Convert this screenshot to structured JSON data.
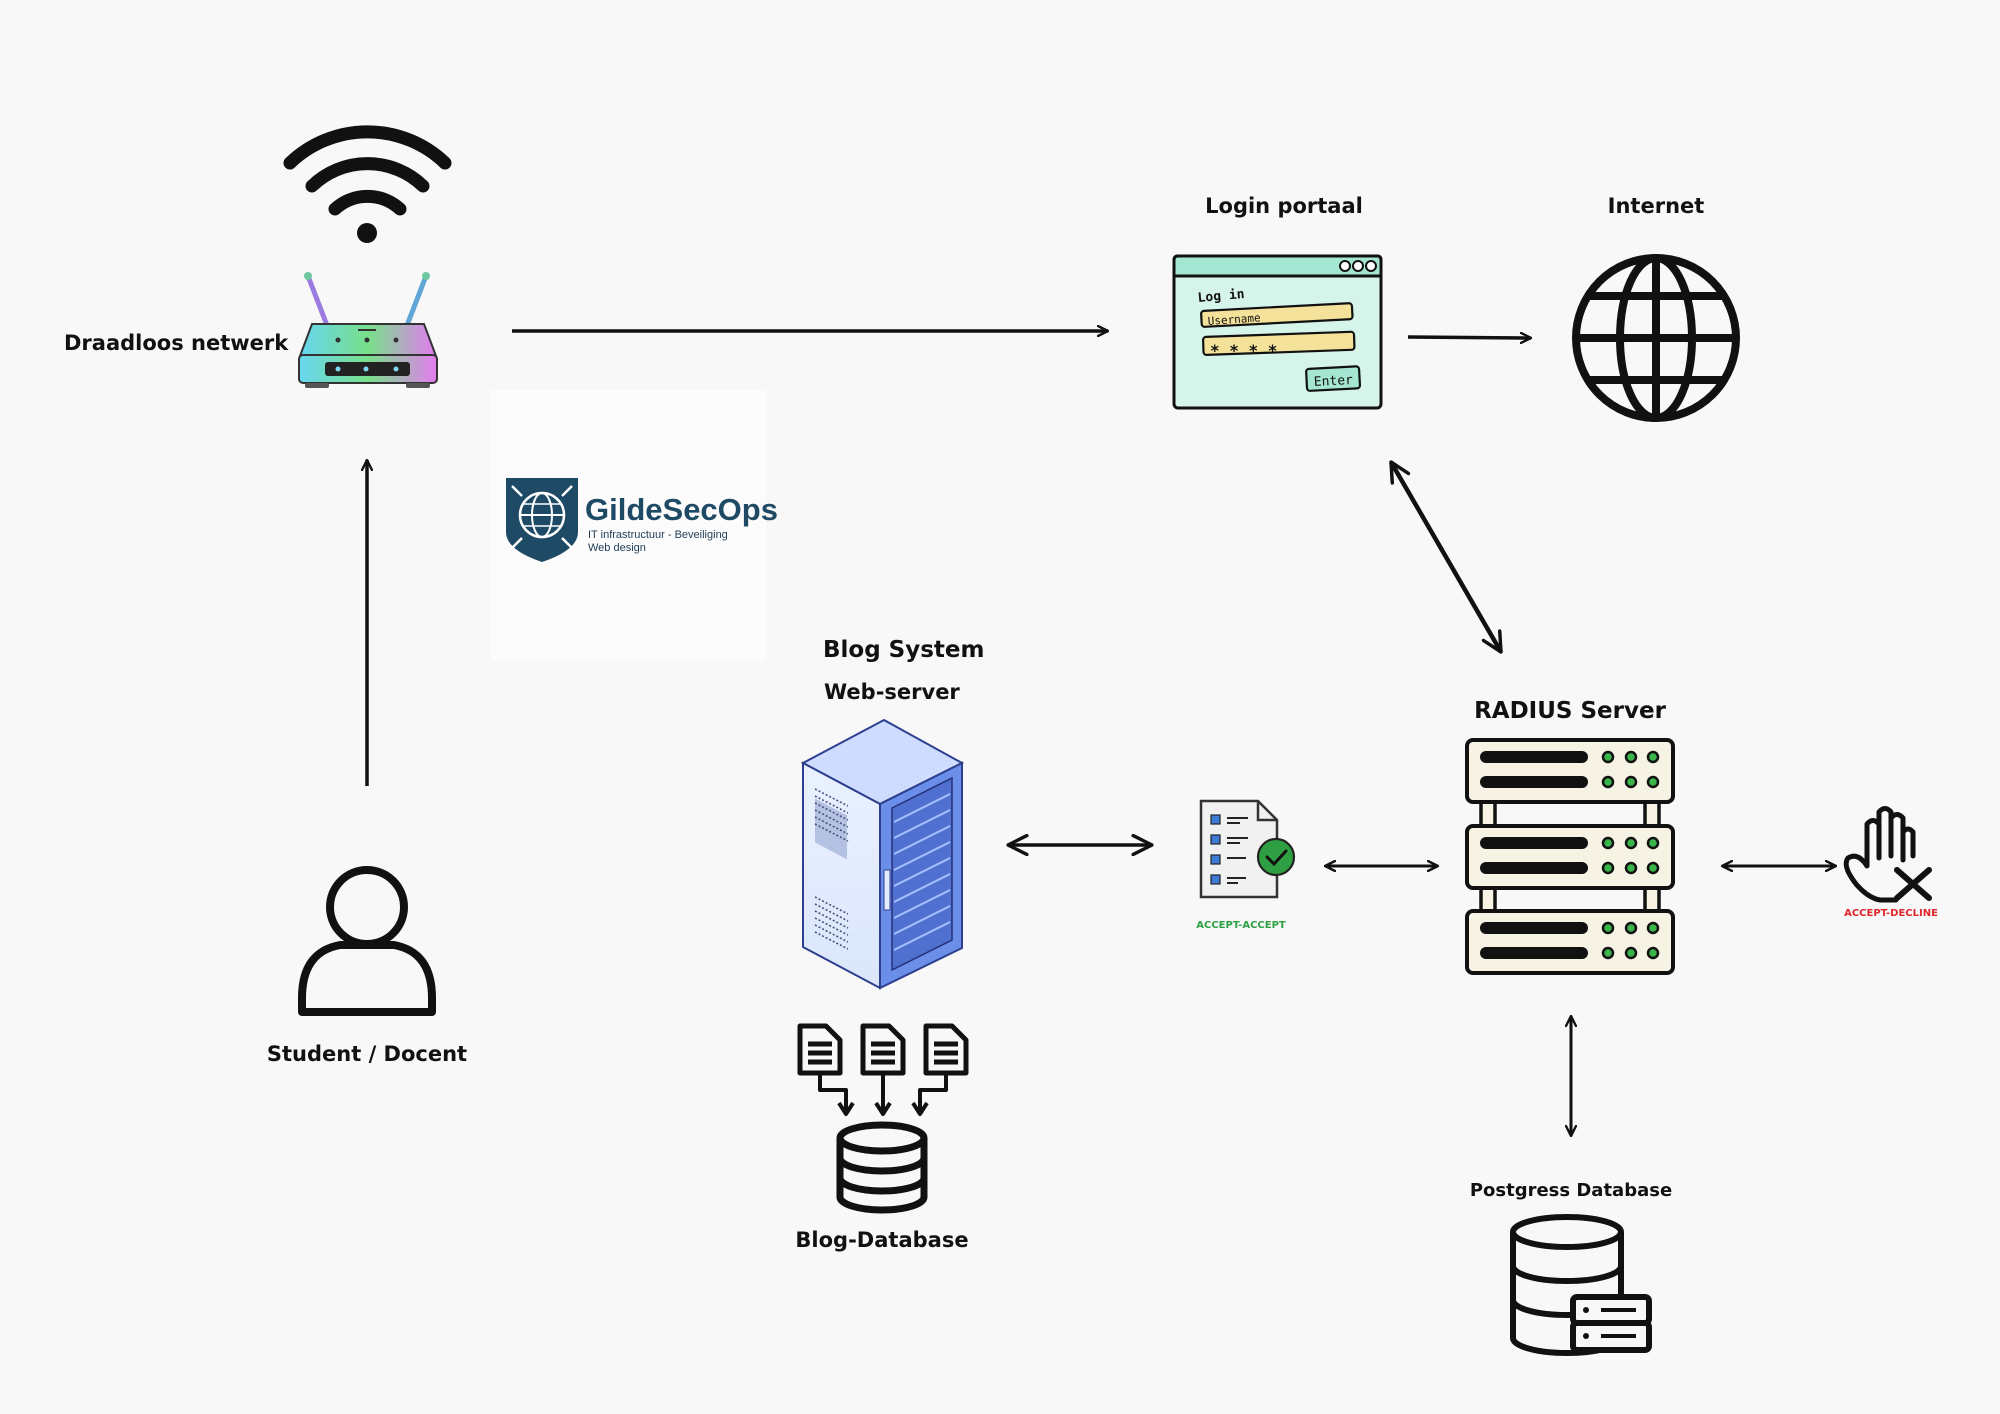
{
  "nodes": {
    "wifi": {
      "label": "Draadloos netwerk"
    },
    "user": {
      "label": "Student / Docent"
    },
    "login_portal": {
      "label": "Login portaal",
      "form_title": "Log in",
      "username_placeholder": "Username",
      "password_mask": "* * * *",
      "enter_button": "Enter"
    },
    "internet": {
      "label": "Internet"
    },
    "blog_system": {
      "title": "Blog System",
      "subtitle": "Web-server"
    },
    "blog_database": {
      "label": "Blog-Database"
    },
    "radius_server": {
      "label": "RADIUS Server"
    },
    "postgres": {
      "label": "Postgress Database"
    },
    "accept": {
      "label": "ACCEPT-ACCEPT"
    },
    "decline": {
      "label": "ACCEPT-DECLINE"
    }
  },
  "logo": {
    "title": "GildeSecOps",
    "subtitle_line1": "IT infrastructuur - Beveiliging",
    "subtitle_line2": "Web design"
  },
  "edges": [
    {
      "from": "user",
      "to": "wifi",
      "direction": "forward"
    },
    {
      "from": "wifi",
      "to": "login_portal",
      "direction": "forward"
    },
    {
      "from": "login_portal",
      "to": "internet",
      "direction": "forward"
    },
    {
      "from": "login_portal",
      "to": "radius_server",
      "direction": "both"
    },
    {
      "from": "blog_system",
      "to": "accept",
      "direction": "both"
    },
    {
      "from": "accept",
      "to": "radius_server",
      "direction": "both"
    },
    {
      "from": "radius_server",
      "to": "decline",
      "direction": "both"
    },
    {
      "from": "radius_server",
      "to": "postgres",
      "direction": "both"
    }
  ],
  "colors": {
    "background": "#f8f8f8",
    "accept": "#2ea043",
    "decline": "#e0262c",
    "logo_navy": "#1f4a66",
    "server_body": "#f6f3e4",
    "led_green": "#39b54a",
    "portal_bg": "#d6f5ea"
  },
  "icons": [
    "wifi-icon",
    "router-icon",
    "user-icon",
    "browser-login-icon",
    "globe-icon",
    "server-rack-icon",
    "document-icon",
    "database-icon",
    "radius-server-icon",
    "checklist-accept-icon",
    "hand-decline-icon",
    "database-server-icon",
    "shield-globe-icon"
  ]
}
